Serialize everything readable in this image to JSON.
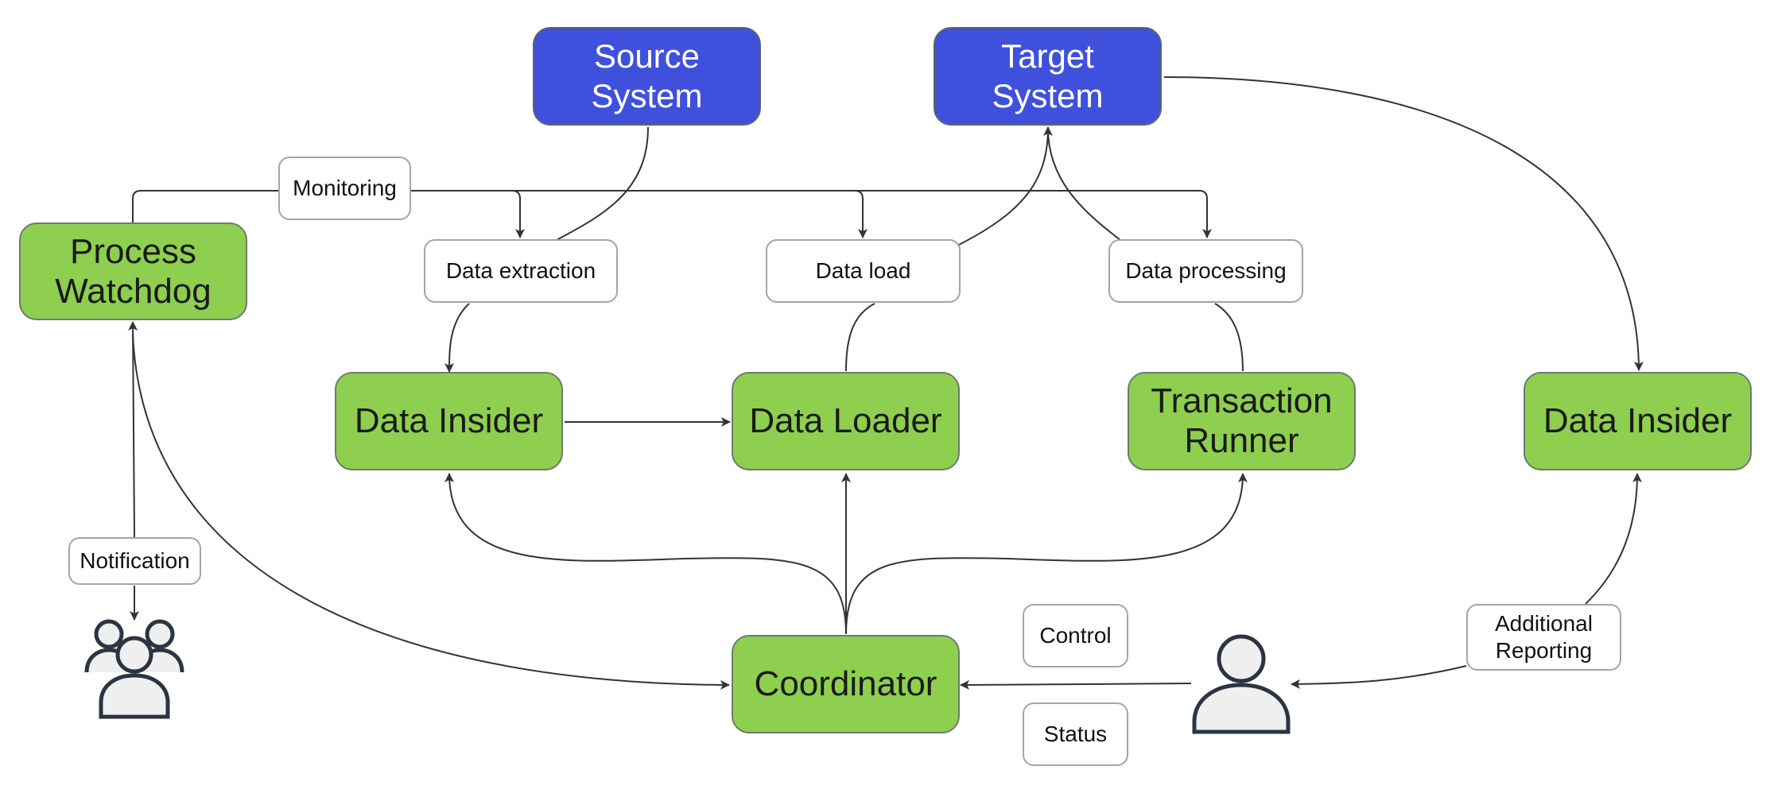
{
  "colors": {
    "system_fill": "#3f51dc",
    "process_fill": "#8ecf4f",
    "label_fill": "#ffffff",
    "edge": "#333333",
    "person_stroke": "#2b3441",
    "person_fill": "#efefef"
  },
  "systems": {
    "source": "Source\nSystem",
    "target": "Target\nSystem"
  },
  "processes": {
    "watchdog": "Process\nWatchdog",
    "insider_main": "Data Insider",
    "loader": "Data Loader",
    "runner": "Transaction\nRunner",
    "insider_reporting": "Data Insider",
    "coordinator": "Coordinator"
  },
  "labels": {
    "monitoring": "Monitoring",
    "extraction": "Data extraction",
    "load": "Data load",
    "processing": "Data processing",
    "notification": "Notification",
    "control": "Control",
    "status": "Status",
    "additional_reporting": "Additional\nReporting"
  },
  "icons": {
    "user_group": "user-group-icon",
    "user": "user-icon"
  }
}
